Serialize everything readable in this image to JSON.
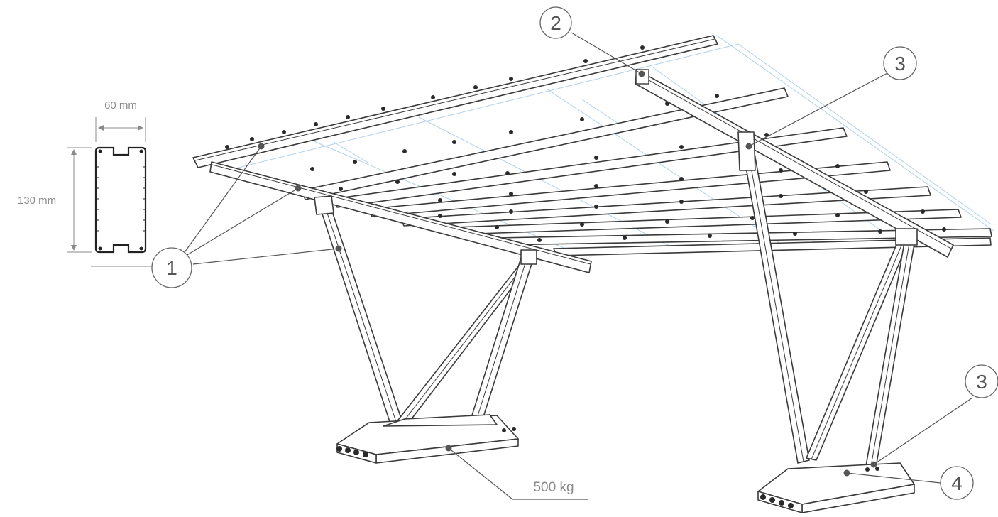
{
  "profile": {
    "width_label": "60 mm",
    "height_label": "130 mm"
  },
  "callouts": [
    {
      "id": "1",
      "label": "1"
    },
    {
      "id": "2",
      "label": "2"
    },
    {
      "id": "3a",
      "label": "3"
    },
    {
      "id": "3b",
      "label": "3"
    },
    {
      "id": "4",
      "label": "4"
    }
  ],
  "ballast": {
    "weight_label": "500 kg"
  },
  "colors": {
    "line": "#3a3a3a",
    "panel_grid": "#9cc4e8",
    "annotation": "#8a8a8a"
  }
}
